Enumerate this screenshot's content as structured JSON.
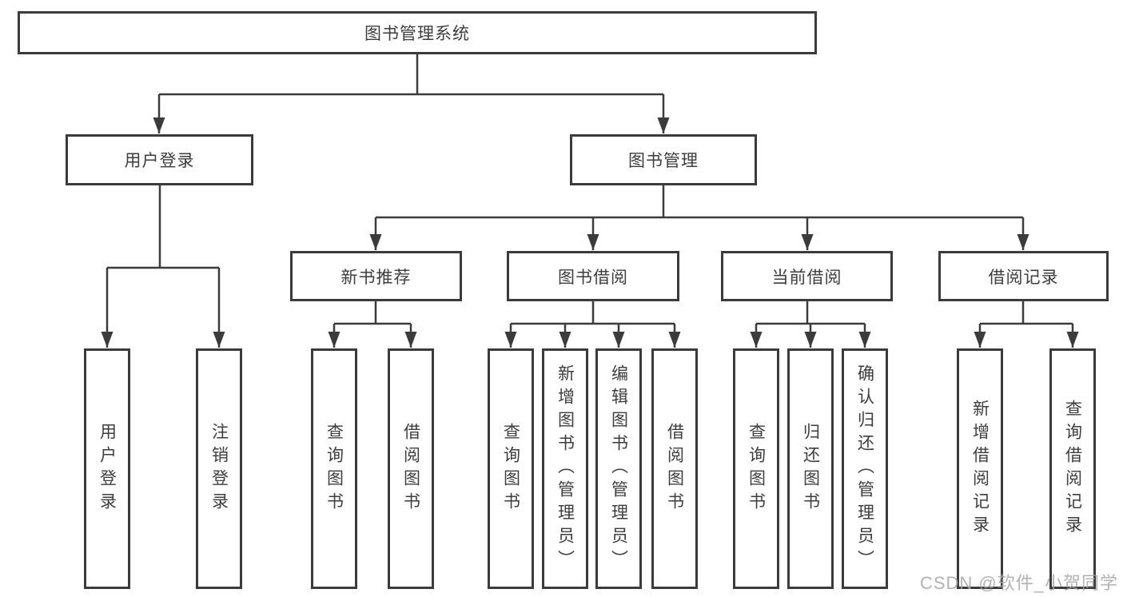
{
  "diagram_type": "hierarchy-tree",
  "colors": {
    "line": "#3b3b3b",
    "box_border": "#3b3b3b",
    "text": "#3d3d3d",
    "background": "#ffffff",
    "watermark": "#a5a5a5"
  },
  "tree": {
    "root": {
      "label": "图书管理系统"
    },
    "children": [
      {
        "label": "用户登录",
        "children": [
          {
            "label": "用户登录"
          },
          {
            "label": "注销登录"
          }
        ]
      },
      {
        "label": "图书管理",
        "children": [
          {
            "label": "新书推荐",
            "children": [
              {
                "label": "查询图书"
              },
              {
                "label": "借阅图书"
              }
            ]
          },
          {
            "label": "图书借阅",
            "children": [
              {
                "label": "查询图书"
              },
              {
                "label": "新增图书（管理员）"
              },
              {
                "label": "编辑图书（管理员）"
              },
              {
                "label": "借阅图书"
              }
            ]
          },
          {
            "label": "当前借阅",
            "children": [
              {
                "label": "查询图书"
              },
              {
                "label": "归还图书"
              },
              {
                "label": "确认归还（管理员）"
              }
            ]
          },
          {
            "label": "借阅记录",
            "children": [
              {
                "label": "新增借阅记录"
              },
              {
                "label": "查询借阅记录"
              }
            ]
          }
        ]
      }
    ]
  },
  "watermark": {
    "text": "CSDN @软件_小贺同学"
  }
}
